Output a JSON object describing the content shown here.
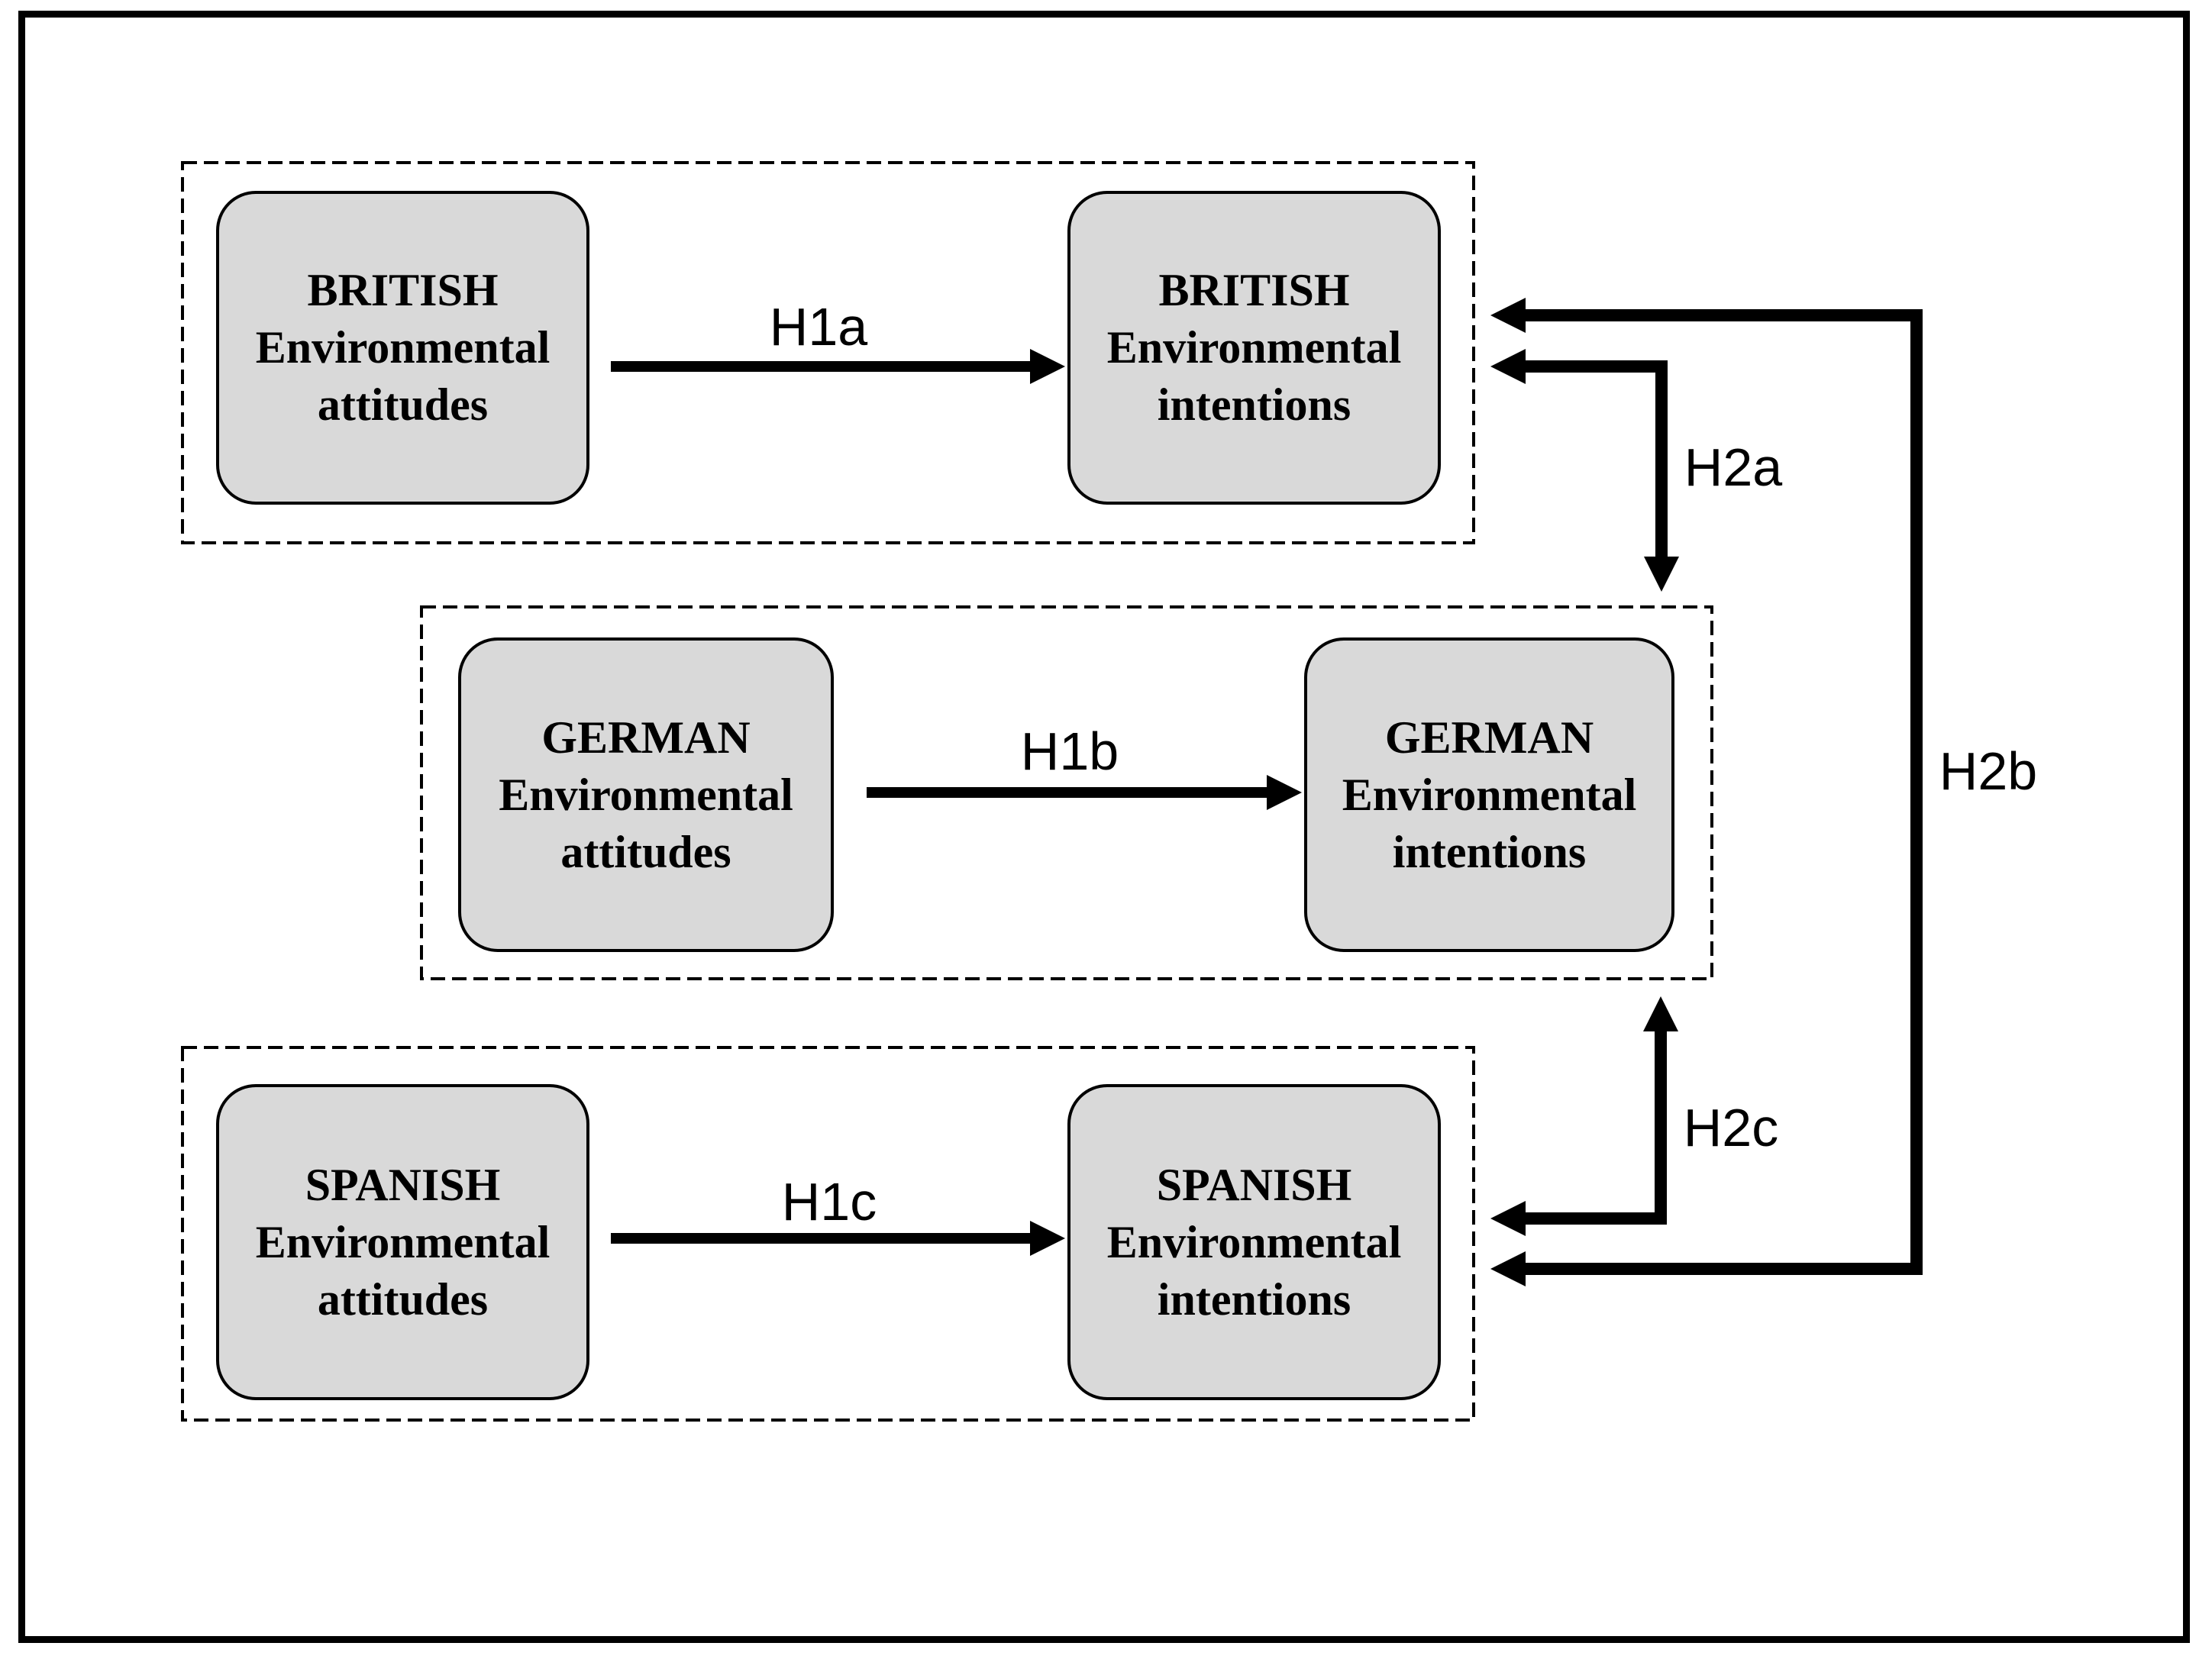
{
  "figure": {
    "kind": "hypothesis-model-diagram",
    "background": "#ffffff"
  },
  "colors": {
    "node_fill": "#d9d9d9",
    "stroke": "#000000",
    "text": "#000000"
  },
  "nodes": {
    "british_attitudes": {
      "line1": "BRITISH",
      "line2": "Environmental",
      "line3": "attitudes"
    },
    "british_intentions": {
      "line1": "BRITISH",
      "line2": "Environmental",
      "line3": "intentions"
    },
    "german_attitudes": {
      "line1": "GERMAN",
      "line2": "Environmental",
      "line3": "attitudes"
    },
    "german_intentions": {
      "line1": "GERMAN",
      "line2": "Environmental",
      "line3": "intentions"
    },
    "spanish_attitudes": {
      "line1": "SPANISH",
      "line2": "Environmental",
      "line3": "attitudes"
    },
    "spanish_intentions": {
      "line1": "SPANISH",
      "line2": "Environmental",
      "line3": "intentions"
    }
  },
  "hypotheses": {
    "h1a": {
      "label": "H1a",
      "from": "british_attitudes",
      "to": "british_intentions",
      "style": "single-headed"
    },
    "h1b": {
      "label": "H1b",
      "from": "german_attitudes",
      "to": "german_intentions",
      "style": "single-headed"
    },
    "h1c": {
      "label": "H1c",
      "from": "spanish_attitudes",
      "to": "spanish_intentions",
      "style": "single-headed"
    },
    "h2a": {
      "label": "H2a",
      "from": "british_intentions",
      "to": "german_group",
      "style": "double-headed"
    },
    "h2b": {
      "label": "H2b",
      "from": "british_intentions",
      "to": "spanish_intentions",
      "style": "double-headed"
    },
    "h2c": {
      "label": "H2c",
      "from": "german_group",
      "to": "spanish_intentions",
      "style": "double-headed"
    }
  },
  "groups": {
    "british_group": {
      "members": [
        "british_attitudes",
        "british_intentions"
      ],
      "border": "dashed"
    },
    "german_group": {
      "members": [
        "german_attitudes",
        "german_intentions"
      ],
      "border": "dashed"
    },
    "spanish_group": {
      "members": [
        "spanish_attitudes",
        "spanish_intentions"
      ],
      "border": "dashed"
    }
  }
}
